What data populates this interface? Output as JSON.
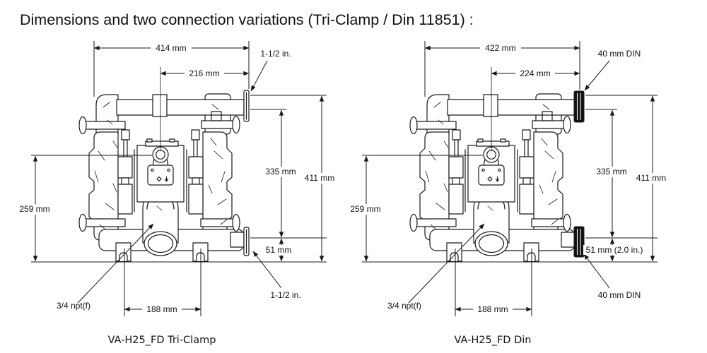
{
  "title": "Dimensions and two connection variations (Tri-Clamp / Din 11851) :",
  "diagrams": {
    "left": {
      "caption": "VA-H25_FD Tri-Clamp",
      "connection_type": "Tri-Clamp",
      "dims": {
        "overall_width": "414 mm",
        "center_to_port": "216 mm",
        "top_connection": "1-1/2 in.",
        "port_span_height": "335 mm",
        "overall_height": "411 mm",
        "air_valve_height": "259 mm",
        "bottom_port_height": "51 mm",
        "bottom_connection": "1-1/2 in.",
        "air_inlet_port": "3/4 npt(f)",
        "feet_spacing": "188 mm"
      }
    },
    "right": {
      "caption": "VA-H25_FD Din",
      "connection_type": "DIN 11851",
      "dims": {
        "overall_width": "422 mm",
        "center_to_port": "224 mm",
        "top_connection": "40 mm DIN",
        "port_span_height": "335 mm",
        "overall_height": "411 mm",
        "air_valve_height": "259 mm",
        "bottom_port_height": "51 mm (2.0 in.)",
        "bottom_connection": "40 mm DIN",
        "air_inlet_port": "3/4 npt(f)",
        "feet_spacing": "188 mm"
      }
    }
  }
}
